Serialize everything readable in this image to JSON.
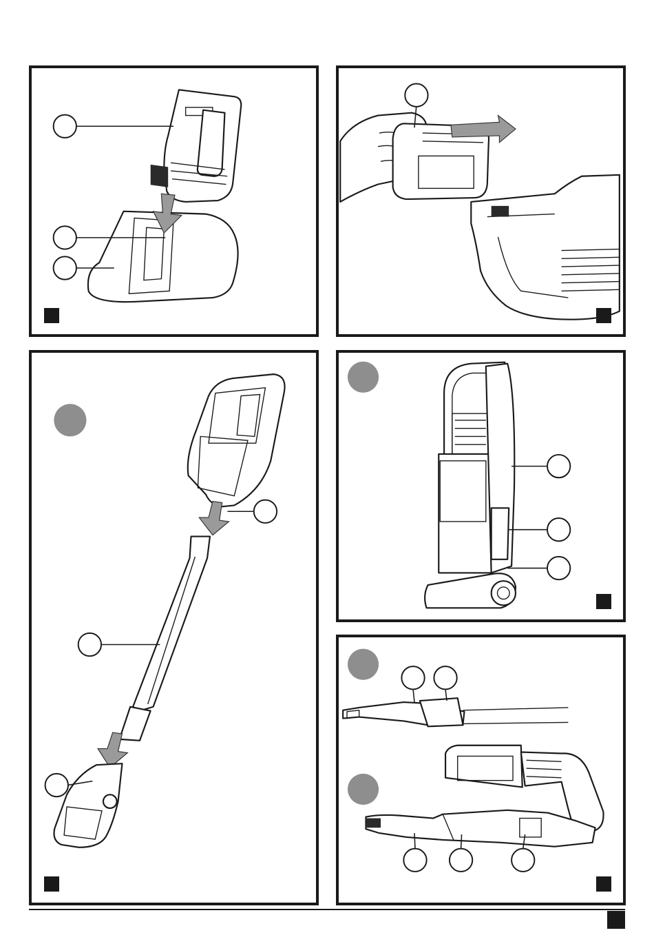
{
  "figures": [
    {
      "id": "fig-battery-charger",
      "callouts": 3
    },
    {
      "id": "fig-battery-insert",
      "callouts": 1
    },
    {
      "id": "fig-stick-assembly",
      "callouts": 3
    },
    {
      "id": "fig-upright-side",
      "callouts": 3
    },
    {
      "id": "fig-handheld-tools",
      "callouts": 5
    }
  ],
  "colors": {
    "line": "#1a1a1a",
    "marker_gray": "#8e8e8e",
    "arrow_gray": "#9a9a9a"
  }
}
